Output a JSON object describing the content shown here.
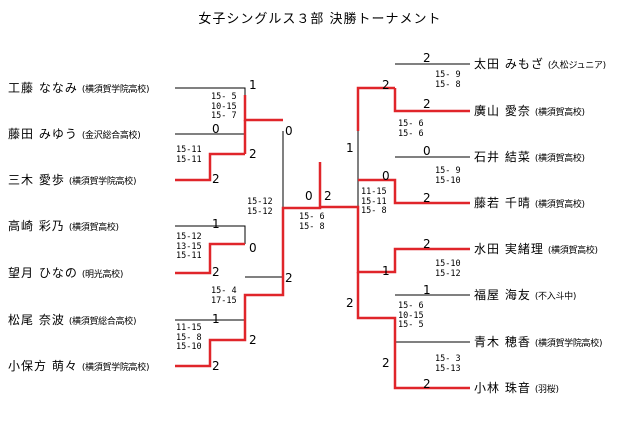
{
  "title": "女子シングルス３部 決勝トーナメント",
  "left_players": [
    {
      "name": "工藤 ななみ",
      "school": "(横須賀学院高校)"
    },
    {
      "name": "藤田 みゆう",
      "school": "(金沢総合高校)"
    },
    {
      "name": "三木 愛歩",
      "school": "(横須賀学院高校)"
    },
    {
      "name": "高崎 彩乃",
      "school": "(横須賀高校)"
    },
    {
      "name": "望月 ひなの",
      "school": "(明光高校)"
    },
    {
      "name": "松尾 奈波",
      "school": "(横須賀総合高校)"
    },
    {
      "name": "小保方 萌々",
      "school": "(横須賀学院高校)"
    }
  ],
  "right_players": [
    {
      "name": "太田 みもざ",
      "school": "(久松ジュニア)"
    },
    {
      "name": "廣山 愛奈",
      "school": "(横須賀高校)"
    },
    {
      "name": "石井 結菜",
      "school": "(横須賀高校)"
    },
    {
      "name": "藤若 千晴",
      "school": "(横須賀高校)"
    },
    {
      "name": "水田 実緒理",
      "school": "(横須賀高校)"
    },
    {
      "name": "福屋 海友",
      "school": "(不入斗中)"
    },
    {
      "name": "青木 穂香",
      "school": "(横須賀学院高校)"
    },
    {
      "name": "小林 珠音",
      "school": "(羽桜)"
    }
  ],
  "scores": {
    "l_r1_a": "15- 5\n10-15\n15- 7",
    "l_r1_b": "15-11\n15-11",
    "l_r1_c": "15-12\n13-15\n15-11",
    "l_r1_d": "11-15\n15- 8\n15-10",
    "l_r2_a": "15-12\n15-12",
    "l_r2_b": "15- 4\n17-15",
    "final": "15- 6\n15- 8",
    "r_r1_a": "15- 9\n15- 8",
    "r_r1_b": "15- 9\n15-10",
    "r_r1_c": "15-10\n15-12",
    "r_r1_d": "15- 3\n15-13",
    "r_r2_a": "15- 6\n15- 6",
    "r_r2_b": "15- 6\n10-15\n15- 5",
    "r_sf": "11-15\n15-11\n15- 8"
  },
  "rounds": {
    "l1": "1",
    "l2": "0",
    "l3": "2",
    "l4": "0",
    "l5": "2",
    "l6": "2",
    "l7": "1",
    "l8": "0",
    "l9": "2",
    "l10": "1",
    "l11": "2",
    "l12": "2",
    "f1": "0",
    "f2": "2",
    "r1": "2",
    "r2": "1",
    "r3": "2",
    "r4": "1",
    "r5": "0",
    "r6": "2",
    "r7": "1",
    "r8": "2",
    "r9": "2",
    "r10": "0",
    "r11": "2",
    "r12": "2",
    "r13": "2"
  }
}
